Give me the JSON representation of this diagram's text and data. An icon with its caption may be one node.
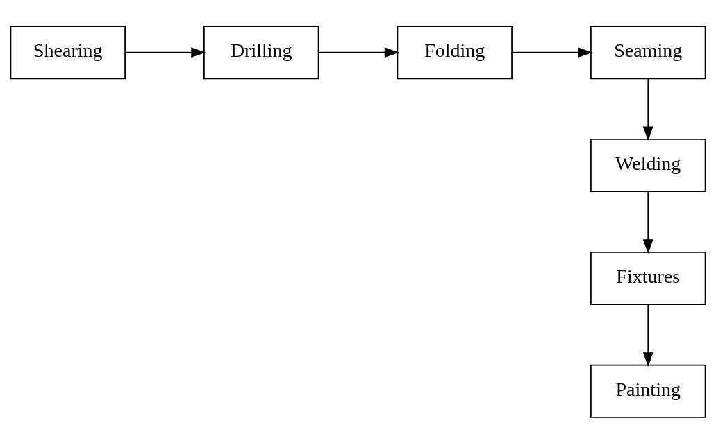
{
  "diagram": {
    "nodes": [
      {
        "text": [
          "Shearing"
        ]
      },
      {
        "text": [
          "Drilling"
        ]
      },
      {
        "text": [
          "Folding"
        ]
      },
      {
        "text": [
          "Seaming"
        ]
      },
      {
        "text": [
          "Welding"
        ]
      },
      {
        "text": [
          "Fixtures"
        ]
      },
      {
        "text": [
          "Painting"
        ]
      }
    ],
    "edges": [
      {
        "from": 0,
        "to": 1,
        "arrow": "to"
      },
      {
        "from": 1,
        "to": 2,
        "arrow": "to"
      },
      {
        "from": 2,
        "to": 3,
        "arrow": "to"
      },
      {
        "from": 3,
        "to": 4,
        "arrow": "to"
      },
      {
        "from": 4,
        "to": 5,
        "arrow": "to"
      },
      {
        "from": 5,
        "to": 6,
        "arrow": "to"
      }
    ]
  }
}
